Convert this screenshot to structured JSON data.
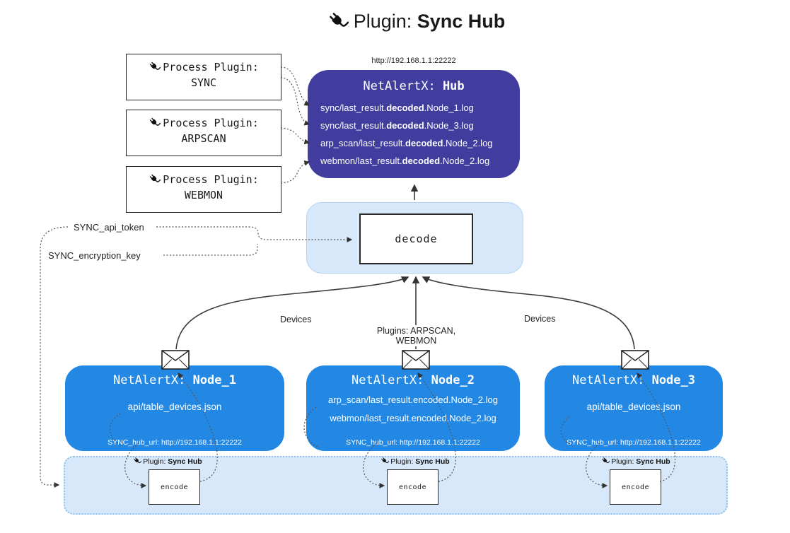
{
  "title": {
    "prefix": "Plugin: ",
    "name": "Sync Hub"
  },
  "hub": {
    "url_label": "http://192.168.1.1:22222",
    "name_prefix": "NetAlertX: ",
    "name": "Hub",
    "logs": [
      {
        "pre": "sync/last_result.",
        "bold": "decoded",
        "post": ".Node_1.log"
      },
      {
        "pre": "sync/last_result.",
        "bold": "decoded",
        "post": ".Node_3.log"
      },
      {
        "pre": "arp_scan/last_result.",
        "bold": "decoded",
        "post": ".Node_2.log"
      },
      {
        "pre": "webmon/last_result.",
        "bold": "decoded",
        "post": ".Node_2.log"
      }
    ]
  },
  "process_plugins": {
    "label": "Process Plugin:",
    "items": [
      {
        "name": "SYNC"
      },
      {
        "name": "ARPSCAN"
      },
      {
        "name": "WEBMON"
      }
    ]
  },
  "decode": {
    "label": "decode"
  },
  "secrets": {
    "api_token": "SYNC_api_token",
    "encryption_key": "SYNC_encryption_key"
  },
  "flow_labels": {
    "left": "Devices",
    "center": "Plugins: ARPSCAN, WEBMON",
    "right": "Devices"
  },
  "nodes": [
    {
      "name_prefix": "NetAlertX: ",
      "name": "Node_1",
      "files": [
        "api/table_devices.json"
      ],
      "hub_url": "SYNC_hub_url: http://192.168.1.1:22222"
    },
    {
      "name_prefix": "NetAlertX: ",
      "name": "Node_2",
      "files": [
        "arp_scan/last_result.encoded.Node_2.log",
        "webmon/last_result.encoded.Node_2.log"
      ],
      "hub_url": "SYNC_hub_url: http://192.168.1.1:22222"
    },
    {
      "name_prefix": "NetAlertX: ",
      "name": "Node_3",
      "files": [
        "api/table_devices.json"
      ],
      "hub_url": "SYNC_hub_url: http://192.168.1.1:22222"
    }
  ],
  "encoder": {
    "label_prefix": "Plugin: ",
    "label_name": "Sync Hub",
    "box_label": "encode"
  },
  "colors": {
    "hub_bg": "#403d9e",
    "node_bg": "#2387e4",
    "panel_bg": "#d6e8fa"
  }
}
